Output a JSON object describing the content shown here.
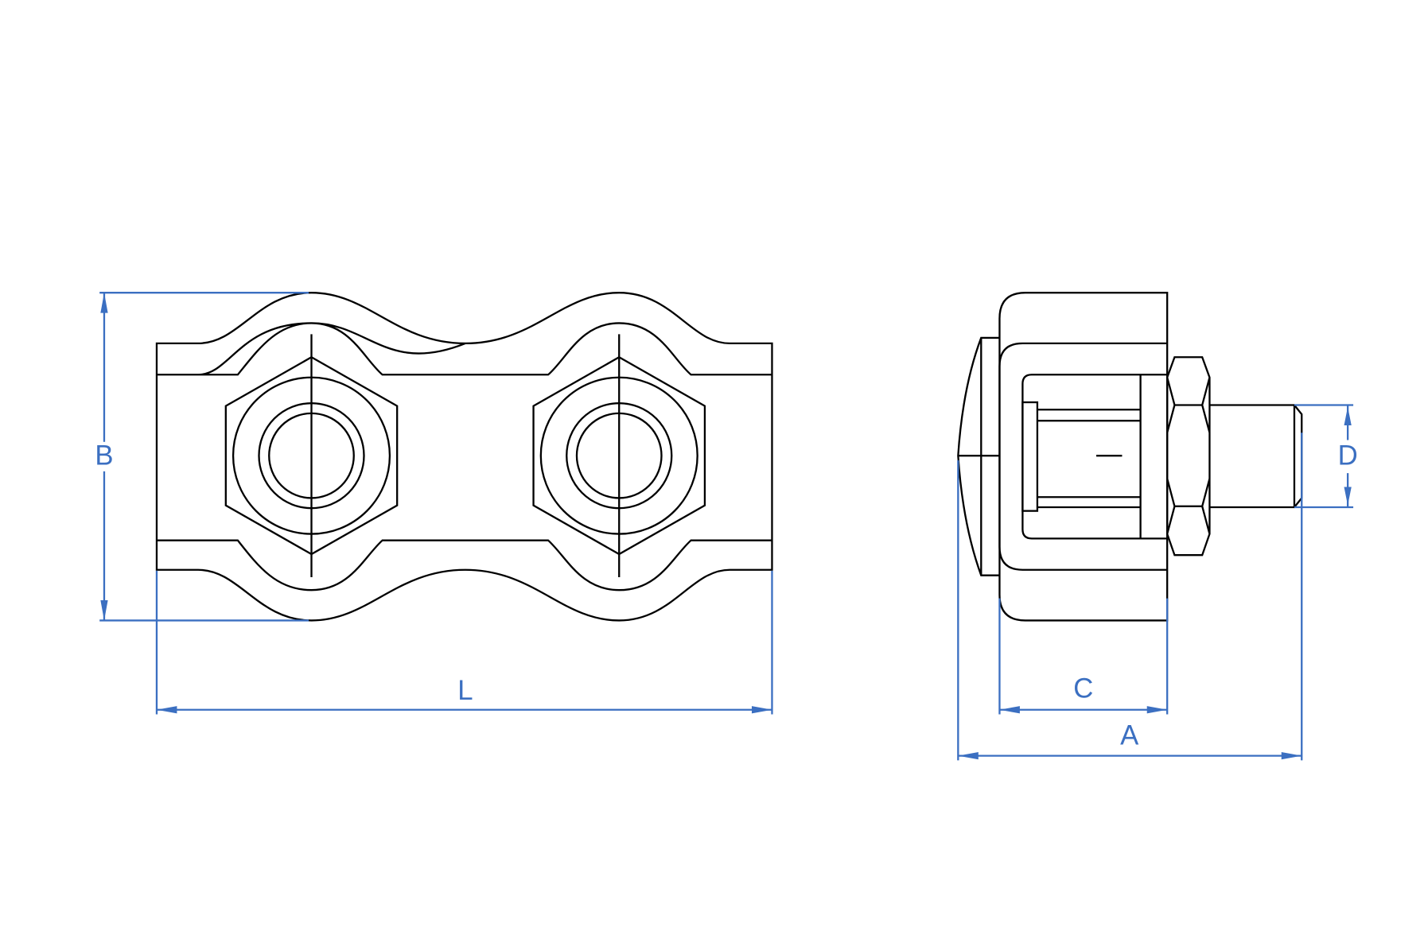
{
  "drawing": {
    "dimension_labels": {
      "length": "L",
      "height": "B",
      "width_c": "C",
      "width_a": "A",
      "diameter": "D"
    },
    "colors": {
      "line": "#000000",
      "dimension": "#3b6fc1",
      "background": "#ffffff"
    }
  }
}
